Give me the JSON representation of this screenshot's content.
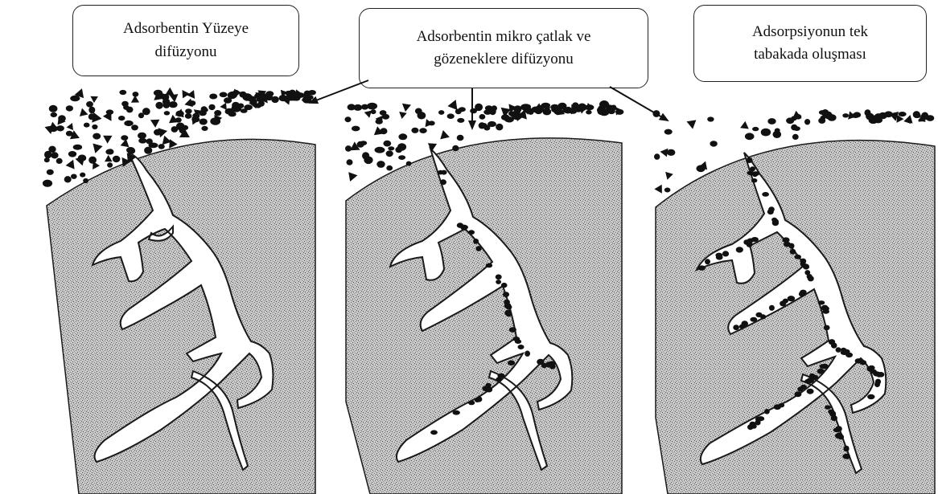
{
  "labels": {
    "surface_diffusion": [
      "Adsorbentin Yüzeye",
      "difüzyonu"
    ],
    "pore_diffusion": [
      "Adsorbentin mikro çatlak ve",
      "gözeneklere difüzyonu"
    ],
    "monolayer_adsorption": [
      "Adsorpsiyonun tek",
      "tabakada oluşması"
    ]
  },
  "colors": {
    "grain": "#6f6f6f",
    "grain_bg": "#d0d0d0",
    "outline": "#1a1a1a",
    "particle": "#111111",
    "pore": "#ffffff"
  }
}
